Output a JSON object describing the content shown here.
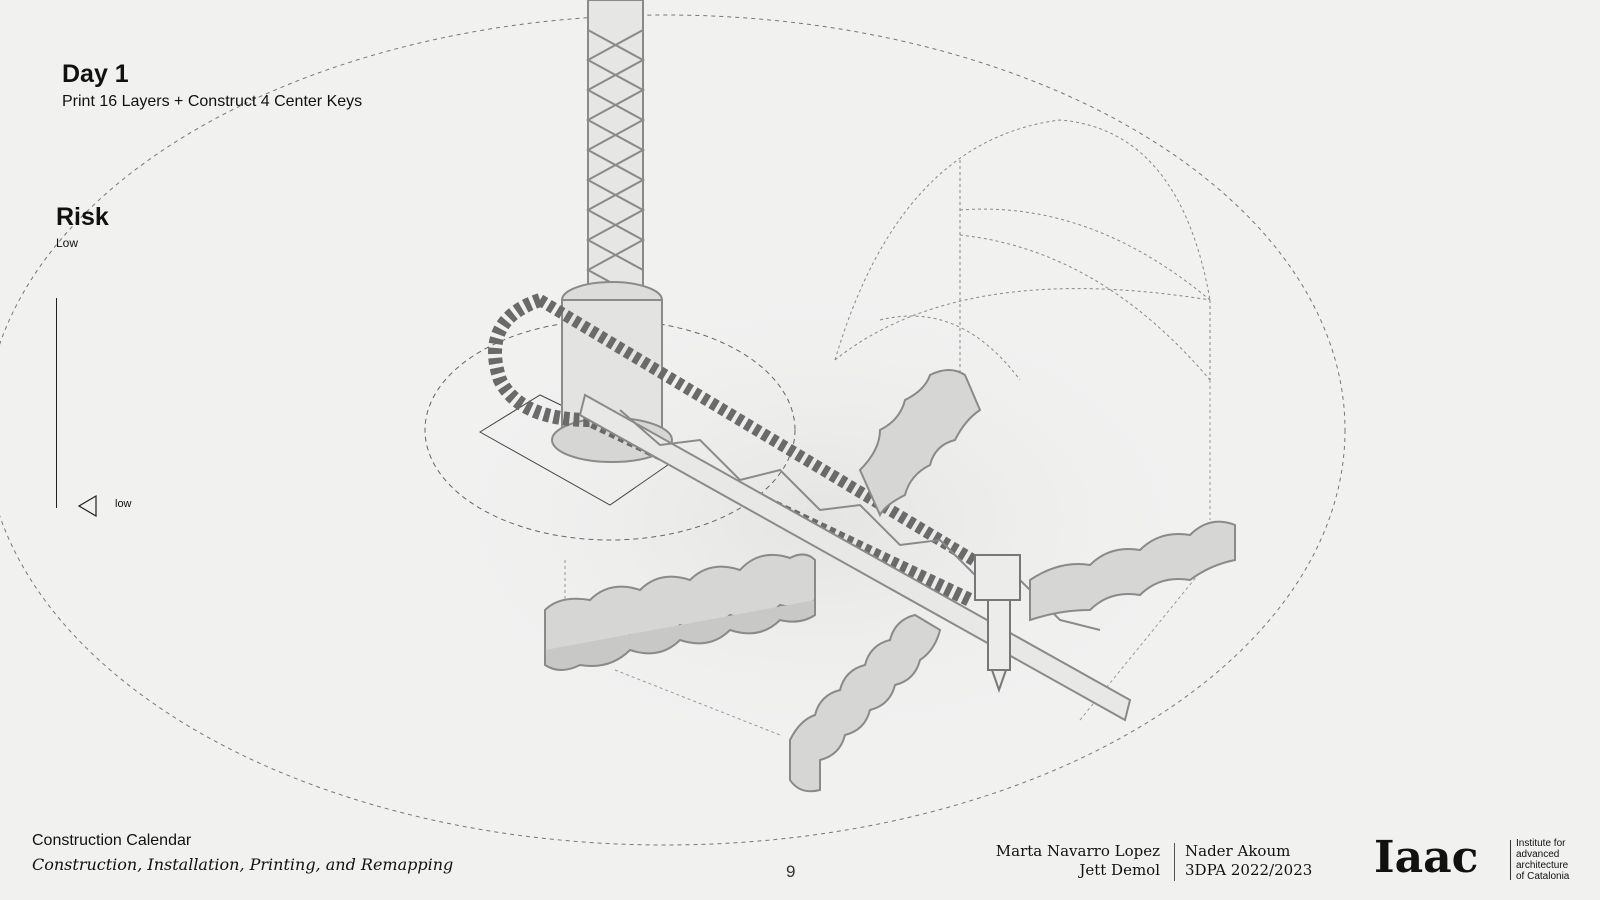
{
  "header": {
    "day_title": "Day 1",
    "day_subtitle": "Print 16 Layers + Construct 4 Center Keys"
  },
  "risk": {
    "title": "Risk",
    "value": "Low",
    "pointer_label": "low"
  },
  "footer": {
    "title": "Construction Calendar",
    "subtitle": "Construction, Installation, Printing, and Remapping",
    "page_number": "9",
    "authors_left": [
      "Marta Navarro Lopez",
      "Jett Demol"
    ],
    "authors_right": [
      "Nader Akoum",
      "3DPA 2022/2023"
    ],
    "logo_text": "Iaac",
    "logo_tagline": [
      "Institute for",
      "advanced",
      "architecture",
      "of Catalonia"
    ]
  },
  "colors": {
    "background": "#f1f1f0",
    "drawing": "#777777",
    "text": "#111111"
  }
}
